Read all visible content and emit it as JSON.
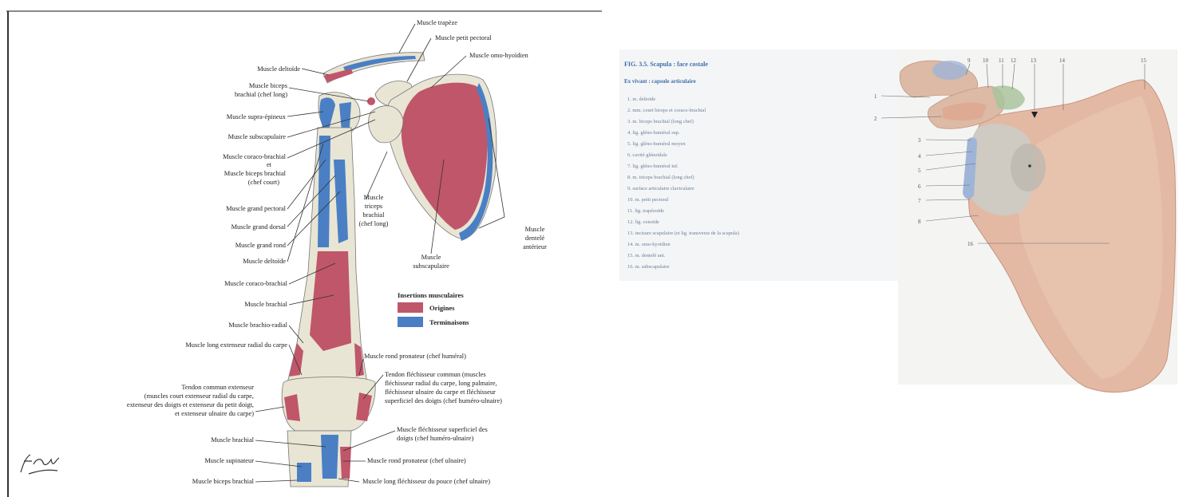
{
  "left_plate": {
    "labels_left": [
      "Muscle deltoïde",
      "Muscle biceps",
      "brachial (chef long)",
      "Muscle supra-épineux",
      "Muscle subscapulaire",
      "Muscle coraco-brachial",
      "et",
      "Muscle biceps brachial",
      "(chef court)",
      "Muscle grand pectoral",
      "Muscle grand dorsal",
      "Muscle grand rond",
      "Muscle deltoïde",
      "Muscle coraco-brachial",
      "Muscle brachial",
      "Muscle brachio-radial",
      "Muscle long extenseur radial du carpe",
      "Tendon commun extenseur",
      "(muscles court extenseur radial du carpe,",
      "extenseur des doigts et extenseur du petit doigt,",
      "et extenseur ulnaire du carpe)",
      "Muscle brachial",
      "Muscle supinateur",
      "Muscle biceps brachial"
    ],
    "labels_top_right": [
      "Muscle trapèze",
      "Muscle petit pectoral",
      "Muscle omo-hyoïdien"
    ],
    "labels_mid": [
      "Muscle",
      "triceps",
      "brachial",
      "(chef long)",
      "Muscle",
      "subscapulaire",
      "Muscle",
      "dentelé",
      "antérieur"
    ],
    "labels_bottom_right": [
      "Muscle rond pronateur (chef huméral)",
      "Tendon fléchisseur commun (muscles",
      "fléchisseur radial du carpe, long palmaire,",
      "fléchisseur ulnaire du carpe et fléchisseur",
      "superficiel des doigts (chef huméro-ulnaire)",
      "Muscle fléchisseur superficiel des",
      "doigts (chef huméro-ulnaire)",
      "Muscle rond pronateur (chef ulnaire)",
      "Muscle long fléchisseur du pouce (chef ulnaire)"
    ],
    "legend": {
      "title": "Insertions musculaires",
      "origins": "Origines",
      "terminations": "Terminaisons",
      "origin_color": "#c0566a",
      "termination_color": "#4a7fc4"
    },
    "signature": "F. Netter"
  },
  "right_plate": {
    "fig_title": "FIG. 3.5. Scapula : face costale",
    "subtitle": "Ex vivant : capsule articulaire",
    "legend_items": [
      "1.  m. deltoïde",
      "2.  mm. court biceps et coraco-brachial",
      "3.  m. biceps brachial (long chef)",
      "4.  lig. gléno-huméral sup.",
      "5.  lig. gléno-huméral moyen",
      "6.  cavité glénoïdale",
      "7.  lig. gléno-huméral inf.",
      "8.  m. triceps brachial (long chef)",
      "9.  surface articulaire claviculaire",
      "10. m. petit pectoral",
      "11. lig. trapézoïde",
      "12. lig. conoïde",
      "13. incisure scapulaire (et lig. transverse de la scapula)",
      "14. m. omo-hyoïdien",
      "15. m. dentelé ant.",
      "16. m. subscapulaire"
    ],
    "callout_numbers_top": [
      "9",
      "10",
      "11",
      "12",
      "13",
      "14",
      "15"
    ],
    "callout_numbers_left": [
      "1",
      "2",
      "3",
      "4",
      "5",
      "6",
      "7",
      "8"
    ],
    "callout_number_center": "16",
    "bone_color": "#e4b9a3",
    "accent_color": "#9fb5d8"
  }
}
